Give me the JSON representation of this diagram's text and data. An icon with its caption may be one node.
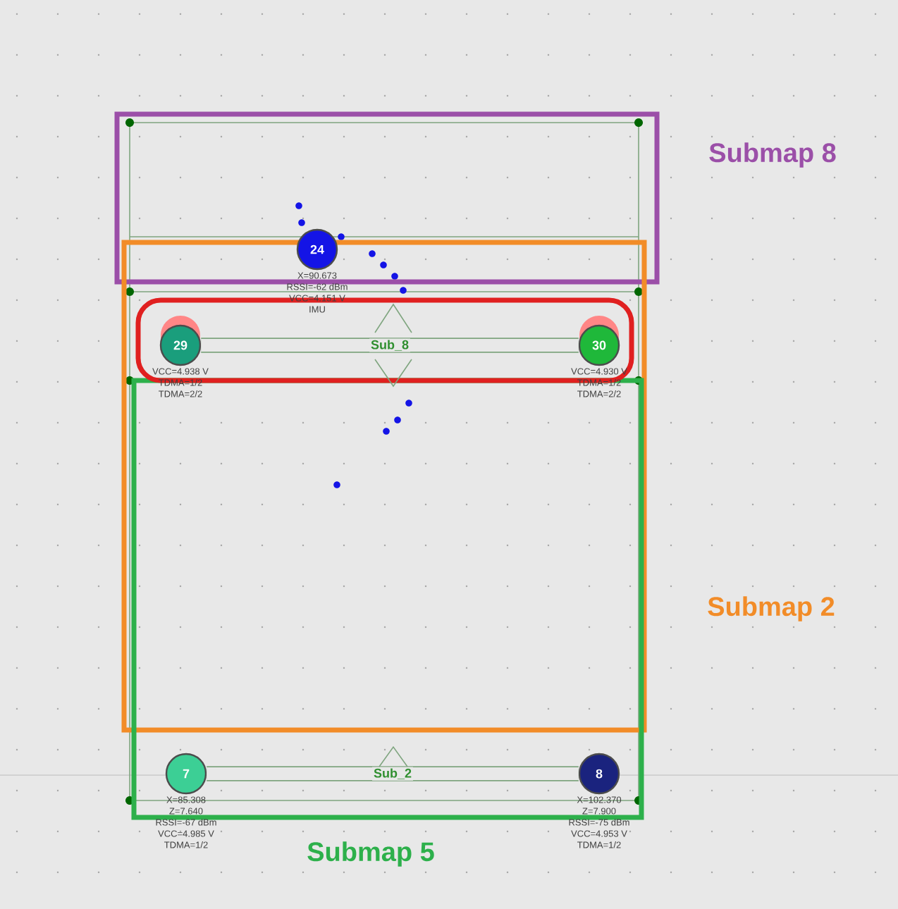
{
  "diagram": {
    "nodes": [
      {
        "text": [
          "Submap 8"
        ]
      },
      {
        "text": [
          "Submap 2"
        ]
      },
      {
        "text": [
          "Submap 5"
        ]
      },
      {
        "text": [],
        "shape": "ellipse",
        "in": 1
      },
      {
        "text": [
          "24"
        ],
        "beside": [
          "X=90.673",
          "RSSI=-62 dBm",
          "VCC=4.151 V",
          "IMU"
        ],
        "in": 0
      },
      {
        "text": [
          "29"
        ],
        "beside": [
          "VCC=4.938 V",
          "TDMA=1/2",
          "TDMA=2/2"
        ],
        "in": 3
      },
      {
        "text": [
          "30"
        ],
        "beside": [
          "VCC=4.930 V",
          "TDMA=1/2",
          "TDMA=2/2"
        ],
        "in": 3
      },
      {
        "text": [
          "7"
        ],
        "beside": [
          "X=85.308",
          "Z=7.640",
          "RSSI=-67 dBm",
          "VCC=4.985 V",
          "TDMA=1/2"
        ],
        "in": 2
      },
      {
        "text": [
          "8"
        ],
        "beside": [
          "X=102.370",
          "Z=7.900",
          "RSSI=-75 dBm",
          "VCC=4.953 V",
          "TDMA=1/2"
        ],
        "in": 2
      }
    ],
    "edges": [
      {
        "from": 5,
        "to": 6,
        "arrow": "none",
        "label": "Sub_8"
      },
      {
        "from": 7,
        "to": 8,
        "arrow": "none",
        "label": "Sub_2"
      }
    ]
  }
}
